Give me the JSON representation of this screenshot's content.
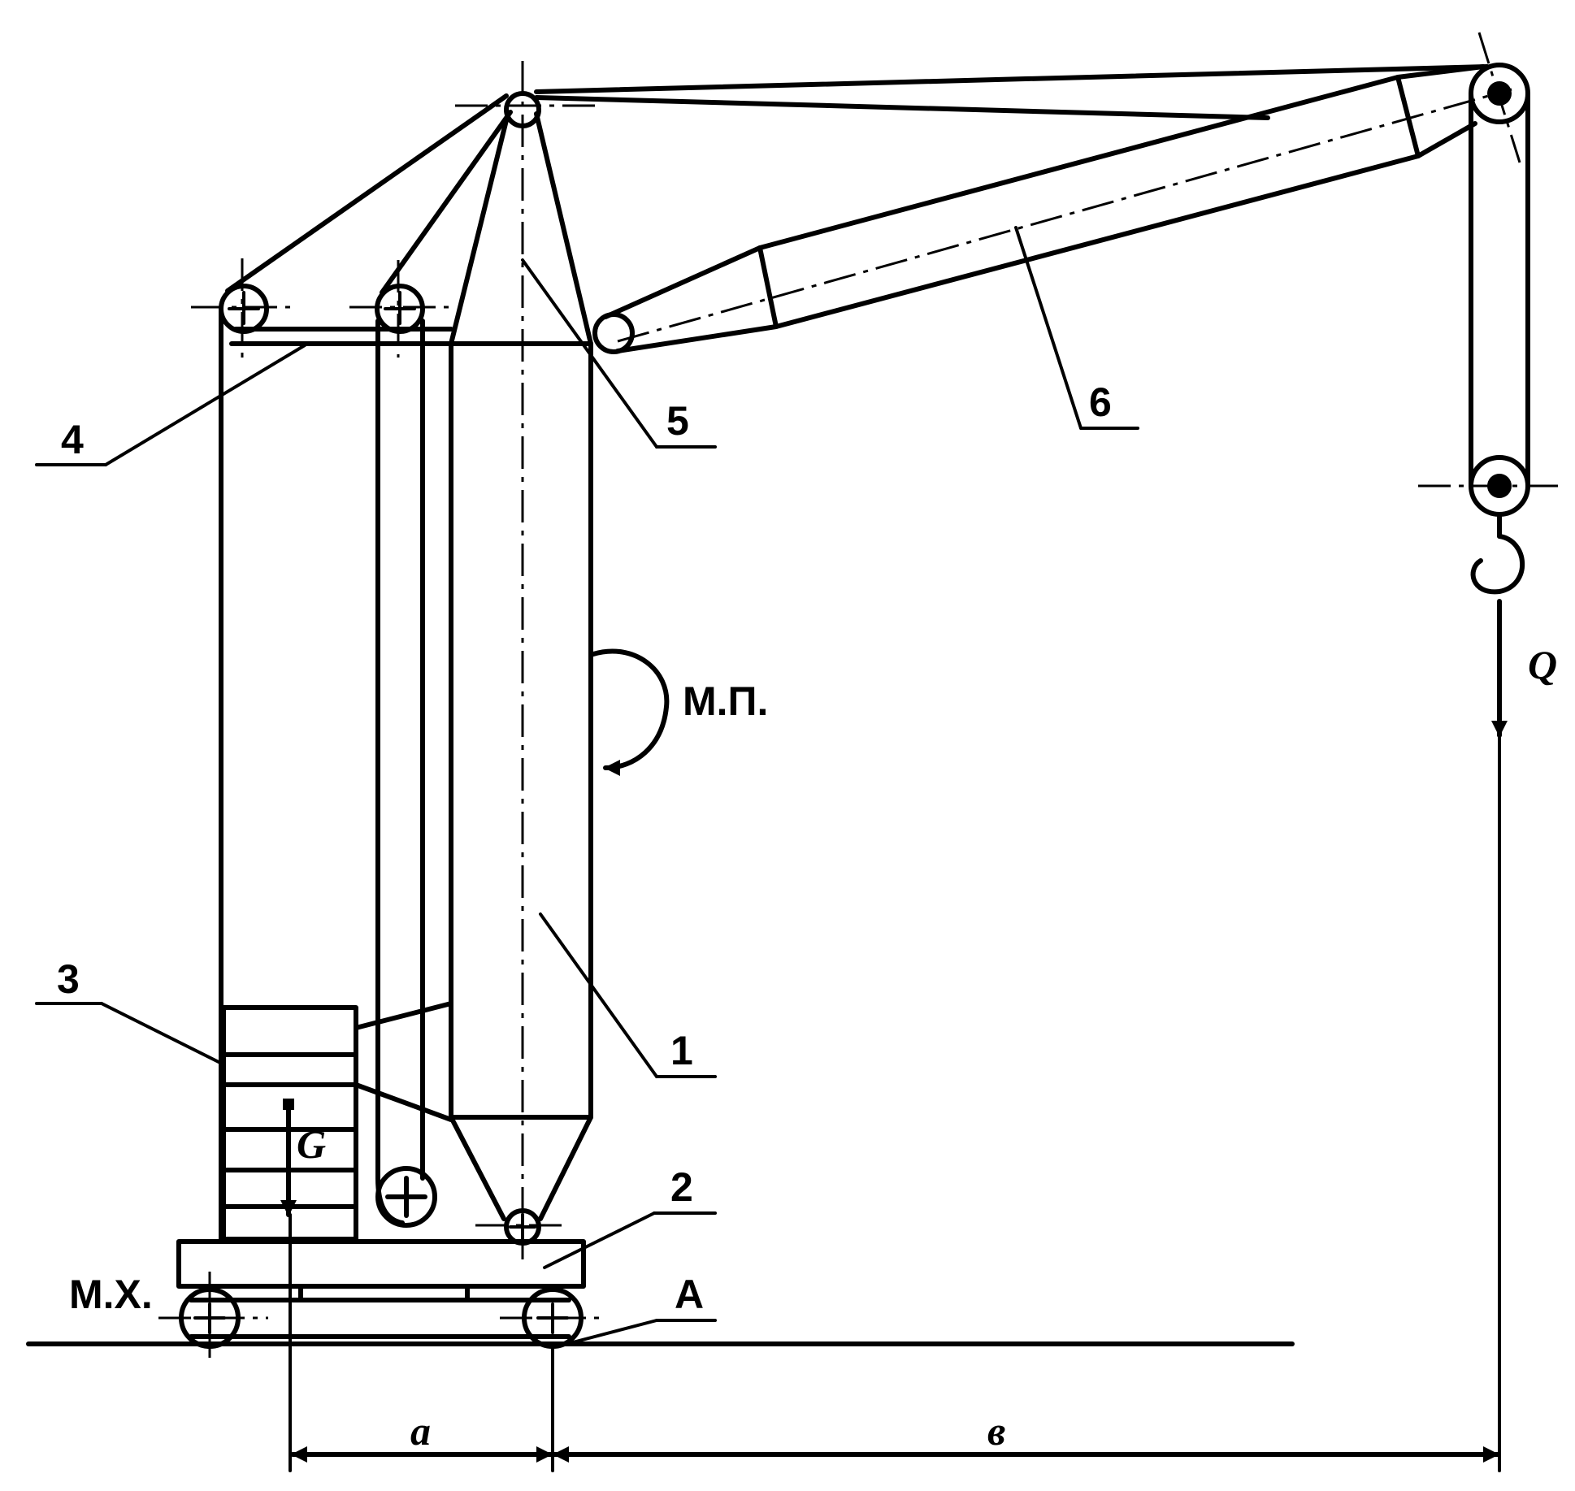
{
  "labels": {
    "part1": "1",
    "part2": "2",
    "part3": "3",
    "part4": "4",
    "part5": "5",
    "part6": "6",
    "point_a": "A",
    "mp": "М.П.",
    "mx": "М.Х.",
    "force_q": "Q",
    "force_g": "G",
    "dim_a": "a",
    "dim_b": "в"
  }
}
